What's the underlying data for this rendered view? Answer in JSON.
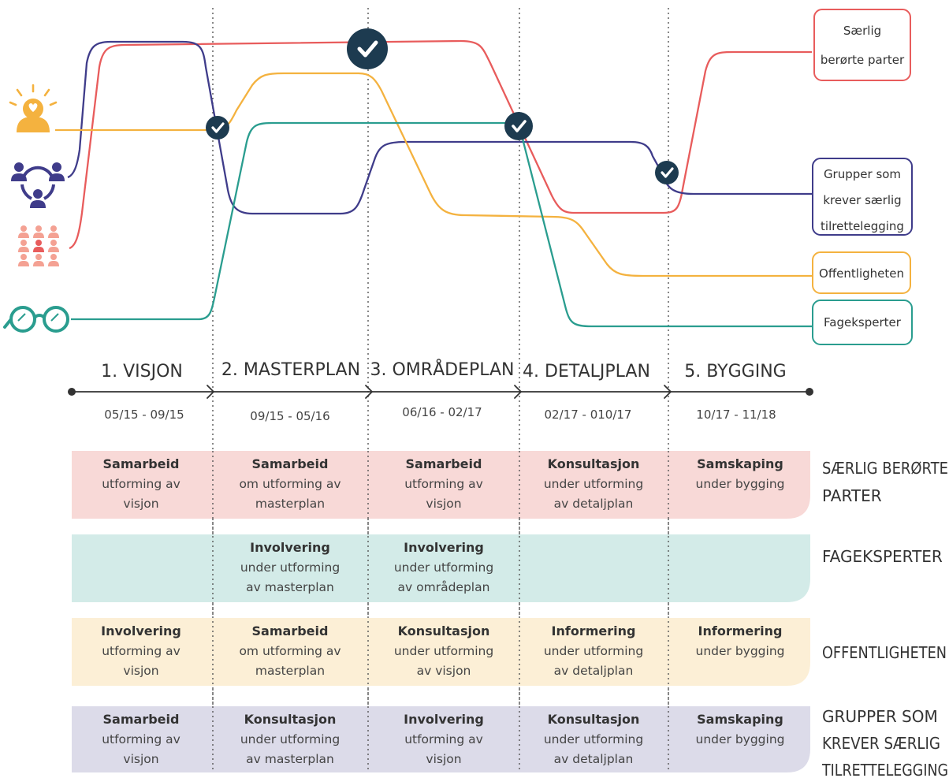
{
  "colors": {
    "affected": "#e85c5c",
    "groups": "#3f3c8a",
    "public": "#f4b23f",
    "experts": "#2a9d8f",
    "check_badge": "#1d3b50",
    "affected_band": "#f8d9d7",
    "experts_band": "#d3ebe8",
    "public_band": "#fcefd6",
    "groups_band": "#dcdbe9"
  },
  "icons": {
    "public": "person-with-heart-icon",
    "groups": "group-circle-icon",
    "affected": "crowd-icon",
    "experts": "glasses-icon",
    "check": "check-icon"
  },
  "legend": {
    "affected": [
      "Særlig",
      "berørte parter"
    ],
    "groups": [
      "Grupper som",
      "krever særlig",
      "tilrettelegging"
    ],
    "public": [
      "Offentligheten"
    ],
    "experts": [
      "Fageksperter"
    ]
  },
  "phases": [
    {
      "label": "1. VISJON",
      "dates": "05/15 - 09/15"
    },
    {
      "label": "2. MASTERPLAN",
      "dates": "09/15 - 05/16"
    },
    {
      "label": "3. OMRÅDEPLAN",
      "dates": "06/16 - 02/17"
    },
    {
      "label": "4. DETALJPLAN",
      "dates": "02/17 - 010/17"
    },
    {
      "label": "5. BYGGING",
      "dates": "10/17 - 11/18"
    }
  ],
  "rows": [
    {
      "key": "affected",
      "label": [
        "SÆRLIG BERØRTE",
        "PARTER"
      ],
      "cells": [
        {
          "title": "Samarbeid",
          "lines": [
            "utforming av",
            "visjon"
          ]
        },
        {
          "title": "Samarbeid",
          "lines": [
            "om utforming av",
            "masterplan"
          ]
        },
        {
          "title": "Samarbeid",
          "lines": [
            "utforming av",
            "visjon"
          ]
        },
        {
          "title": "Konsultasjon",
          "lines": [
            "under utforming",
            "av detaljplan"
          ]
        },
        {
          "title": "Samskaping",
          "lines": [
            "under bygging"
          ]
        }
      ]
    },
    {
      "key": "experts",
      "label": [
        "FAGEKSPERTER"
      ],
      "cells": [
        {
          "title": "",
          "lines": []
        },
        {
          "title": "Involvering",
          "lines": [
            "under utforming",
            "av masterplan"
          ]
        },
        {
          "title": "Involvering",
          "lines": [
            "under utforming",
            "av områdeplan"
          ]
        },
        {
          "title": "",
          "lines": []
        },
        {
          "title": "",
          "lines": []
        }
      ]
    },
    {
      "key": "public",
      "label": [
        "OFFENTLIGHETEN"
      ],
      "cells": [
        {
          "title": "Involvering",
          "lines": [
            "utforming av",
            "visjon"
          ]
        },
        {
          "title": "Samarbeid",
          "lines": [
            "om utforming av",
            "masterplan"
          ]
        },
        {
          "title": "Konsultasjon",
          "lines": [
            "under utforming",
            "av visjon"
          ]
        },
        {
          "title": "Informering",
          "lines": [
            "under utforming",
            "av detaljplan"
          ]
        },
        {
          "title": "Informering",
          "lines": [
            "under bygging"
          ]
        }
      ]
    },
    {
      "key": "groups",
      "label": [
        "GRUPPER SOM",
        "KREVER SÆRLIG",
        "TILRETTELEGGING"
      ],
      "cells": [
        {
          "title": "Samarbeid",
          "lines": [
            "utforming av",
            "visjon"
          ]
        },
        {
          "title": "Konsultasjon",
          "lines": [
            "under utforming",
            "av masterplan"
          ]
        },
        {
          "title": "Involvering",
          "lines": [
            "utforming av",
            "visjon"
          ]
        },
        {
          "title": "Konsultasjon",
          "lines": [
            "under utforming",
            "av detaljplan"
          ]
        },
        {
          "title": "Samskaping",
          "lines": [
            "under bygging"
          ]
        }
      ]
    }
  ]
}
